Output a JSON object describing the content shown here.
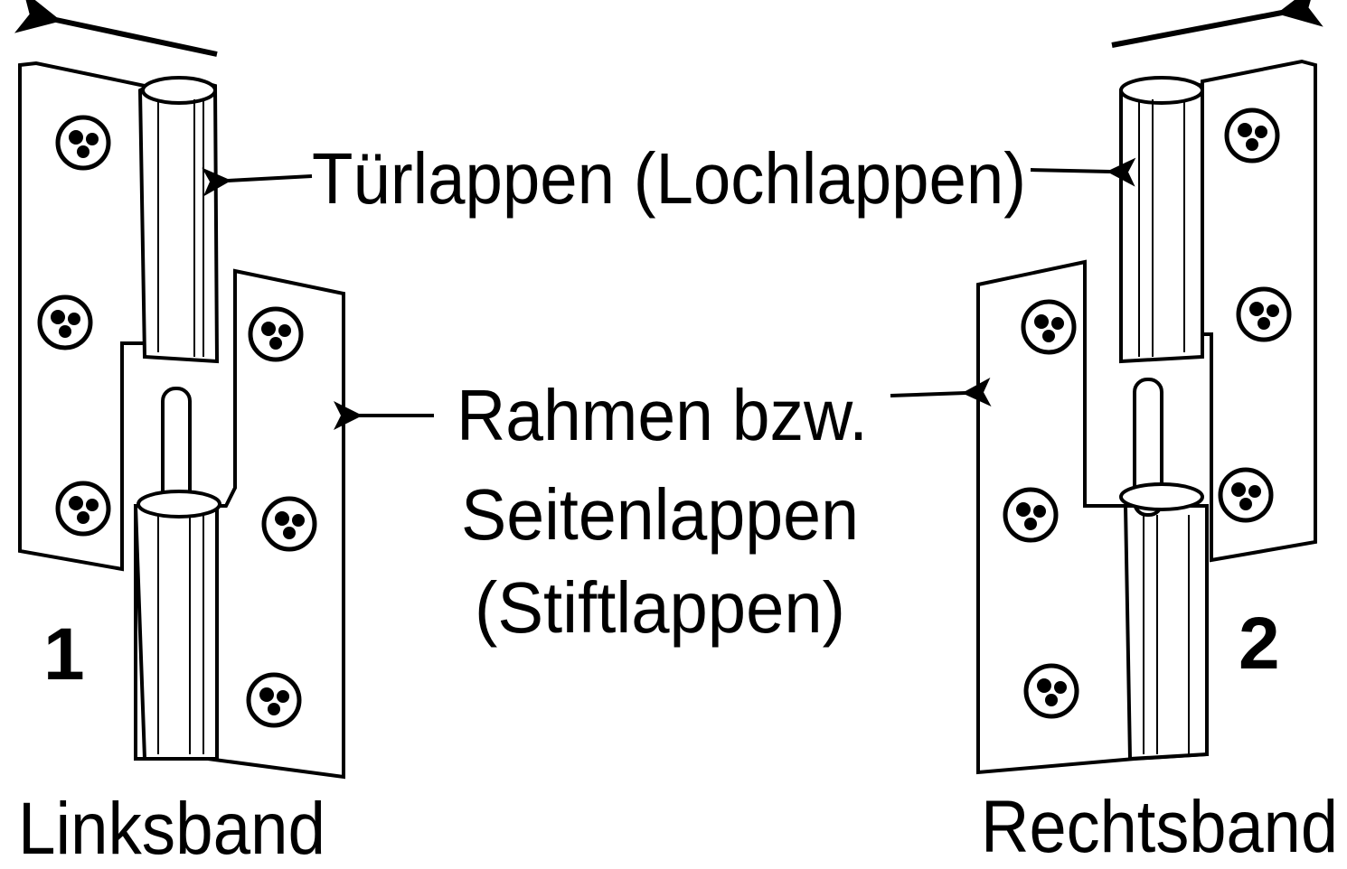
{
  "labels": {
    "door_leaf": "Türlappen (Lochlappen)",
    "frame_line1": "Rahmen bzw.",
    "frame_line2": "Seitenlappen",
    "frame_line3": "(Stiftlappen)",
    "left_number": "1",
    "right_number": "2",
    "left_name": "Linksband",
    "right_name": "Rechtsband"
  }
}
